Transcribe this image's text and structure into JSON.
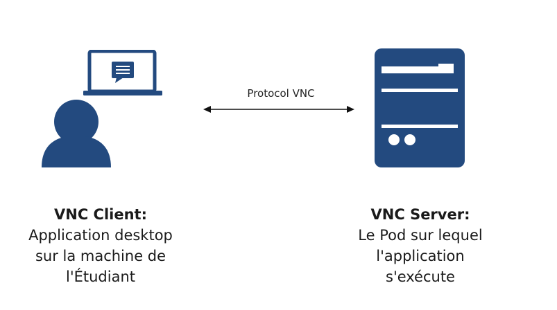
{
  "colors": {
    "icon_fill": "#234a7f",
    "arrow": "#111111"
  },
  "icons": {
    "laptop": "laptop-icon",
    "chat": "chat-bubble-icon",
    "user": "user-icon",
    "server": "server-icon"
  },
  "connection": {
    "label": "Protocol VNC"
  },
  "client": {
    "title": "VNC Client:",
    "lines": [
      "Application desktop",
      "sur la machine de",
      "l'Étudiant"
    ]
  },
  "server": {
    "title": "VNC Server:",
    "lines": [
      "Le Pod sur lequel",
      "l'application",
      "s'exécute"
    ]
  }
}
